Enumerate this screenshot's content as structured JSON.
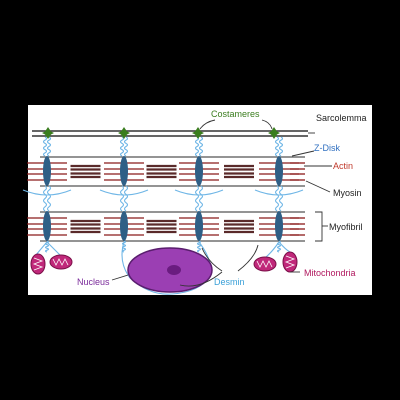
{
  "labels": {
    "costameres": "Costameres",
    "sarcolemma": "Sarcolemma",
    "zdisk": "Z-Disk",
    "actin": "Actin",
    "myosin": "Myosin",
    "myofibril": "Myofibril",
    "nucleus": "Nucleus",
    "desmin": "Desmin",
    "mitochondria": "Mitochondria"
  },
  "colors": {
    "background": "#000000",
    "panel": "#ffffff",
    "costamere": "#3a7d1e",
    "costamere_label": "#3a7d1e",
    "sarcolemma": "#333333",
    "zdisk": "#2f5f86",
    "zdisk_label": "#2f6fc0",
    "actin": "#8b1a1a",
    "actin_label": "#c0392b",
    "myosin": "#5a2a2a",
    "desmin": "#6fb6e6",
    "desmin_label": "#3aa0d8",
    "nucleus_fill": "#9b3fb3",
    "nucleus_stroke": "#5a1d6e",
    "nucleolus": "#6a1c80",
    "nucleus_label": "#7a2a9a",
    "mitochondria_fill": "#c0287a",
    "mitochondria_label": "#b0185e",
    "text_dark": "#222222"
  }
}
